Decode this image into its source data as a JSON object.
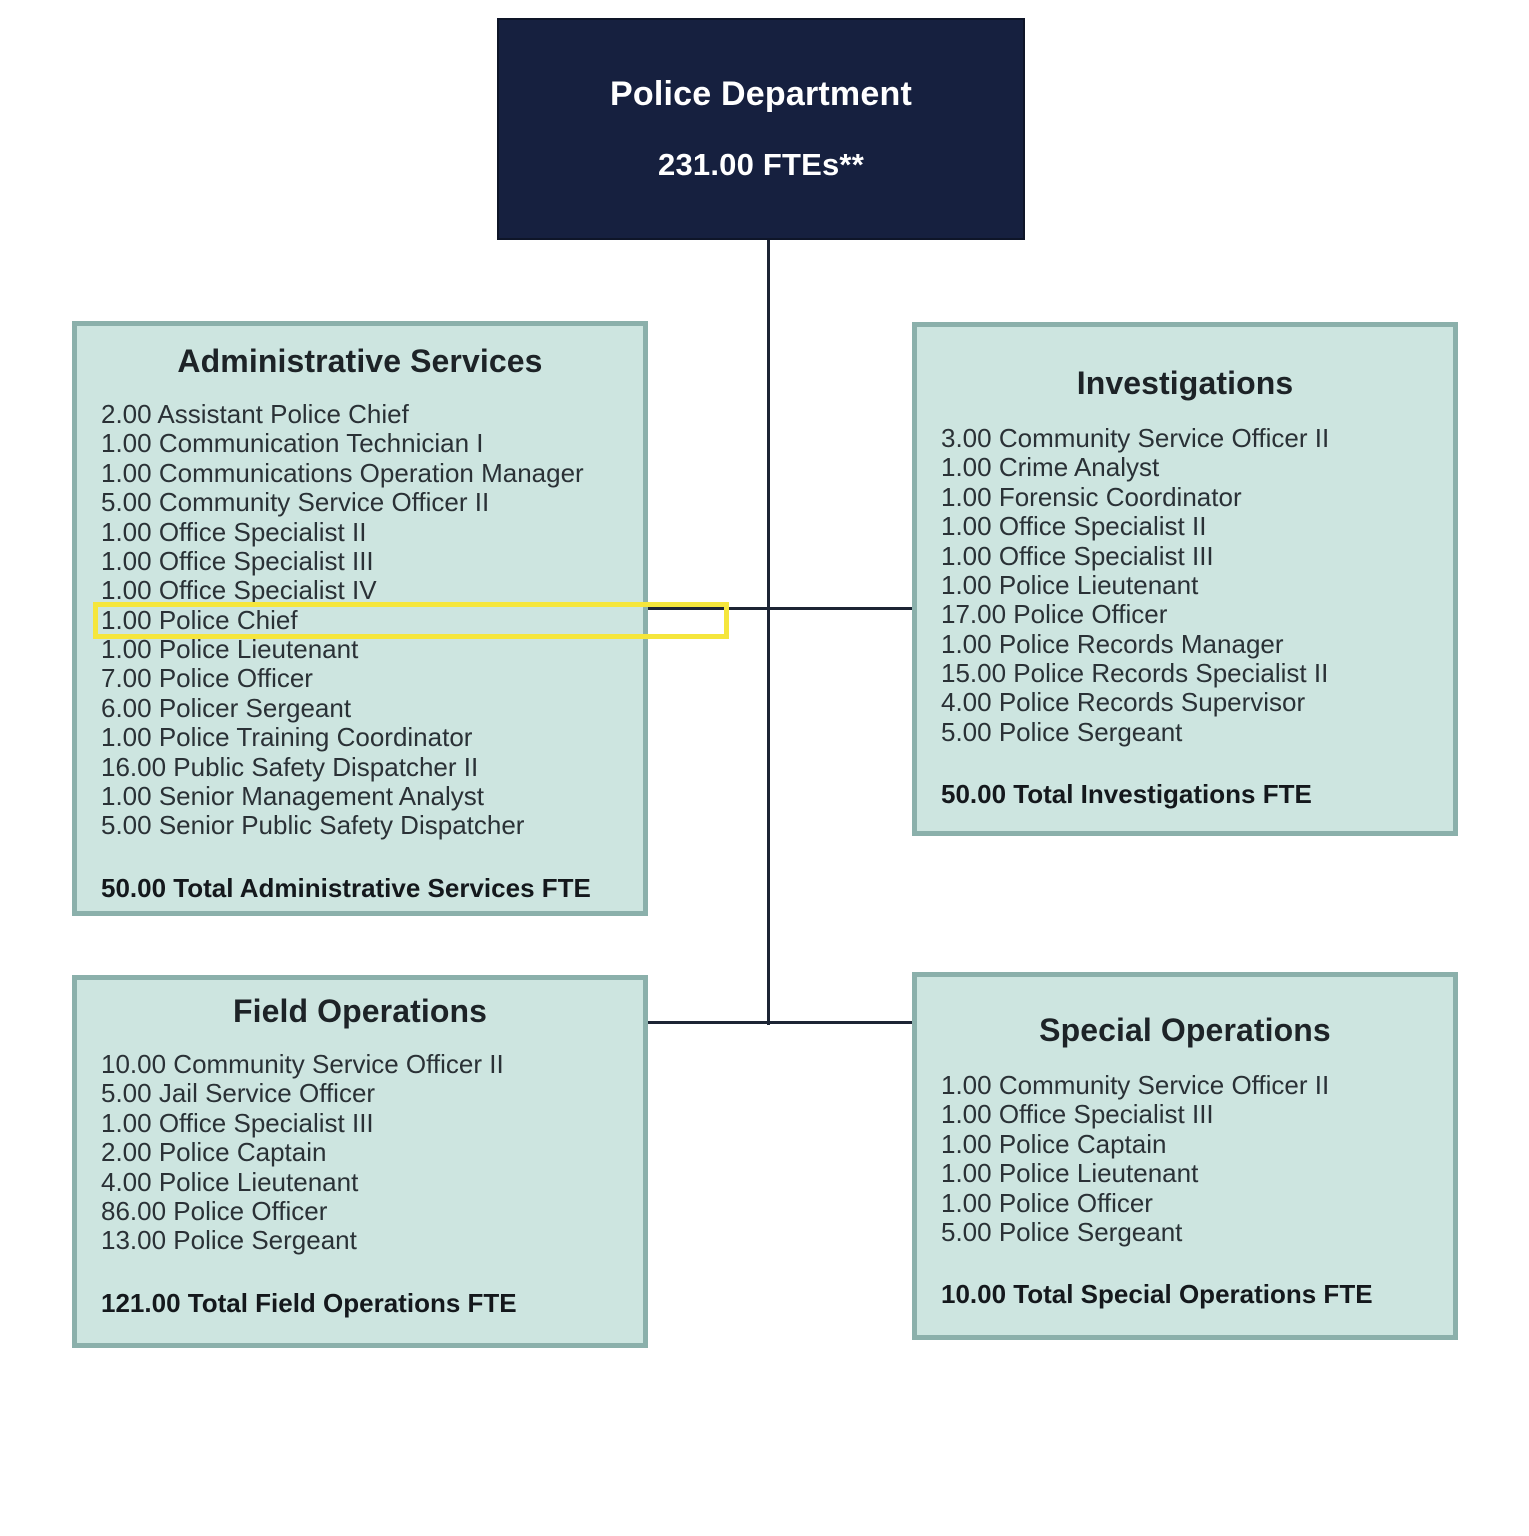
{
  "chart_data": {
    "type": "diagram",
    "title": "Police Department Organizational Chart",
    "root": {
      "name": "Police Department",
      "fte_label": "231.00 FTEs**",
      "fte": 231.0
    },
    "divisions": [
      {
        "name": "Administrative Services",
        "total": 50.0,
        "total_label": "50.00 Total Administrative Services FTE"
      },
      {
        "name": "Investigations",
        "total": 50.0,
        "total_label": "50.00 Total Investigations FTE"
      },
      {
        "name": "Field Operations",
        "total": 121.0,
        "total_label": "121.00 Total Field Operations FTE"
      },
      {
        "name": "Special Operations",
        "total": 10.0,
        "total_label": "10.00 Total Special Operations FTE"
      }
    ]
  },
  "colors": {
    "root_fill": "#16203f",
    "root_text": "#ffffff",
    "box_fill": "#cde5e0",
    "box_border": "#8bb0ab",
    "connector": "#1c2434",
    "highlight": "#f5e63c",
    "body_text": "#2a3136"
  },
  "root": {
    "title": "Police Department",
    "fte": "231.00 FTEs**"
  },
  "admin": {
    "title": "Administrative Services",
    "rows": [
      "2.00 Assistant Police Chief",
      "1.00 Communication Technician I",
      "1.00 Communications Operation Manager",
      "5.00 Community Service Officer II",
      "1.00 Office Specialist II",
      "1.00 Office Specialist III",
      "1.00 Office Specialist IV",
      "1.00 Police Chief",
      "1.00 Police Lieutenant",
      "7.00 Police Officer",
      "6.00 Policer Sergeant",
      "1.00 Police Training Coordinator",
      "16.00 Public Safety Dispatcher II",
      "1.00 Senior Management Analyst",
      "5.00 Senior Public Safety Dispatcher"
    ],
    "highlight_index": 7,
    "total": "50.00 Total Administrative Services FTE"
  },
  "investigations": {
    "title": "Investigations",
    "rows": [
      "3.00 Community Service Officer II",
      "1.00 Crime Analyst",
      "1.00 Forensic Coordinator",
      "1.00 Office Specialist II",
      "1.00 Office Specialist III",
      "1.00 Police Lieutenant",
      "17.00 Police Officer",
      "1.00 Police Records Manager",
      "15.00 Police Records Specialist II",
      "4.00 Police Records Supervisor",
      "5.00 Police Sergeant"
    ],
    "total": "50.00 Total Investigations FTE"
  },
  "field": {
    "title": "Field Operations",
    "rows": [
      "10.00 Community Service Officer II",
      "5.00 Jail Service Officer",
      "1.00 Office Specialist III",
      "2.00 Police Captain",
      "4.00 Police Lieutenant",
      "86.00 Police Officer",
      "13.00 Police Sergeant"
    ],
    "total": "121.00 Total Field Operations FTE"
  },
  "special": {
    "title": "Special Operations",
    "rows": [
      "1.00 Community Service Officer II",
      "1.00 Office Specialist III",
      "1.00 Police Captain",
      "1.00 Police Lieutenant",
      "1.00 Police Officer",
      "5.00 Police Sergeant"
    ],
    "total": "10.00 Total Special Operations FTE"
  }
}
